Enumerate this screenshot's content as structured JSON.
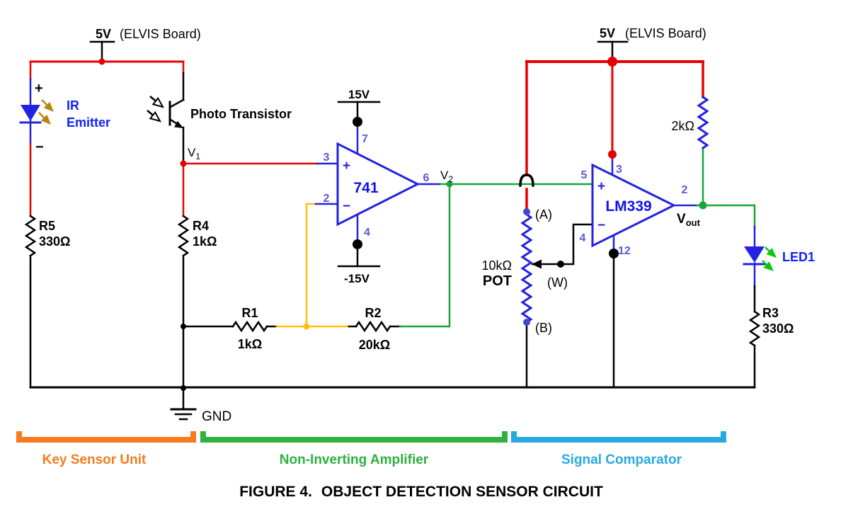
{
  "figure_caption": {
    "prefix": "FIGURE 4.",
    "title": "OBJECT DETECTION SENSOR CIRCUIT"
  },
  "sections": {
    "key_sensor_unit": "Key Sensor Unit",
    "non_inverting_amplifier": "Non-Inverting Amplifier",
    "signal_comparator": "Signal Comparator"
  },
  "power": {
    "left_5v": "5V",
    "left_board": "(ELVIS Board)",
    "right_5v": "5V",
    "right_board": "(ELVIS Board)",
    "pos15": "15V",
    "neg15": "-15V",
    "gnd": "GND"
  },
  "ir_emitter": {
    "plus": "+",
    "minus": "−",
    "line1": "IR",
    "line2": "Emitter"
  },
  "photo_transistor": {
    "label": "Photo Transistor"
  },
  "resistors": {
    "r5": {
      "name": "R5",
      "value": "330Ω"
    },
    "r4": {
      "name": "R4",
      "value": "1kΩ"
    },
    "r1": {
      "name": "R1",
      "value": "1kΩ"
    },
    "r2": {
      "name": "R2",
      "value": "20kΩ"
    },
    "r3": {
      "name": "R3",
      "value": "330Ω"
    },
    "r2k": {
      "value": "2kΩ"
    }
  },
  "potentiometer": {
    "value": "10kΩ",
    "name": "POT",
    "terminal_a": "(A)",
    "terminal_w": "(W)",
    "terminal_b": "(B)"
  },
  "opamp_741": {
    "name": "741",
    "plus": "+",
    "minus": "−",
    "pin2": "2",
    "pin3": "3",
    "pin4": "4",
    "pin6": "6",
    "pin7": "7"
  },
  "comparator_lm339": {
    "name": "LM339",
    "plus": "+",
    "minus": "−",
    "pin2": "2",
    "pin3": "3",
    "pin4": "4",
    "pin5": "5",
    "pin12": "12"
  },
  "led": {
    "label": "LED1"
  },
  "nodes": {
    "v1": {
      "base": "V",
      "sub": "1"
    },
    "v2": {
      "base": "V",
      "sub": "2"
    },
    "vout": {
      "base": "V",
      "sub": "out"
    }
  },
  "colors": {
    "wire_red": "#e80000",
    "wire_green": "#19a53c",
    "wire_yellow": "#ffc010",
    "component_blue": "#2222e0",
    "pin_label_blue": "#5a5ad8",
    "ir_arrow_olive": "#b8860b",
    "led_arrow_green": "#09c514",
    "pot_terminal_blue": "#4444cc",
    "bracket_orange": "#f47b20",
    "bracket_green": "#2fb040",
    "bracket_blue": "#29a9e1"
  }
}
